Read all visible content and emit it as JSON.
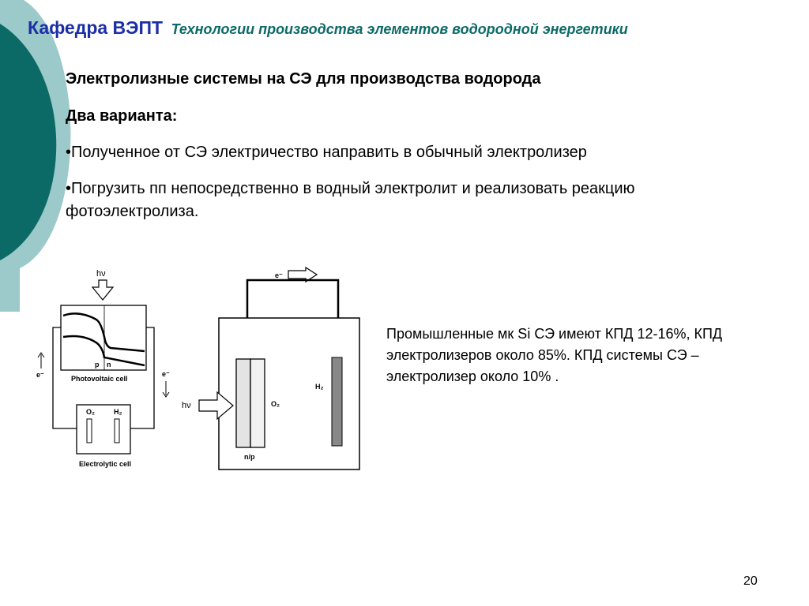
{
  "header": {
    "department": "Кафедра ВЭПТ",
    "course": "Технологии производства элементов водородной энергетики"
  },
  "slide": {
    "title": "Электролизные системы на СЭ для производства водорода",
    "subtitle": "Два варианта:",
    "bullets": [
      "•Полученное от СЭ электричество направить в обычный электролизер",
      "•Погрузить пп непосредственно в водный электролит и реализовать реакцию фотоэлектролиза."
    ],
    "note": "Промышленные мк Si СЭ имеют КПД 12-16%, КПД электролизеров  около 85%. КПД системы СЭ – электролизер около 10% .",
    "page_number": "20"
  },
  "diagram_left": {
    "hv": "hν",
    "p": "p",
    "n": "n",
    "electron_left": "e⁻",
    "electron_right": "e⁻",
    "pv_caption": "Photovoltaic cell",
    "o2": "O₂",
    "h2": "H₂",
    "el_caption": "Electrolytic  cell"
  },
  "diagram_right": {
    "electron": "e⁻",
    "hv": "hν",
    "o2": "O₂",
    "h2": "H₂",
    "np": "n/p"
  },
  "colors": {
    "department": "#1d2fa6",
    "course": "#0c6a66",
    "deco_dark": "#0c6a66",
    "deco_light": "#9cc9c9"
  }
}
